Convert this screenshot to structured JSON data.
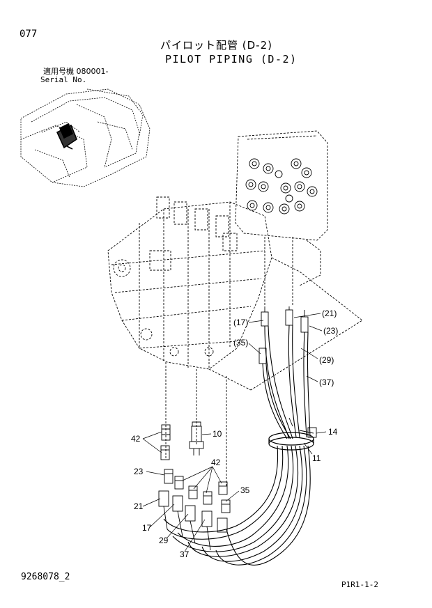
{
  "page_number": "077",
  "title_jp": "パイロット配管 (D-2)",
  "title_en": "PILOT PIPING (D-2)",
  "serial_label_jp": "適用号機  080001-",
  "serial_label_en": "Serial No.",
  "doc_number": "9268078_2",
  "page_code": "P1R1-1-2",
  "callouts": {
    "c17": "(17)",
    "c21": "(21)",
    "c23": "(23)",
    "c29": "(29)",
    "c35": "(35)",
    "c37": "(37)",
    "c14": "14",
    "c11": "11",
    "c42a": "42",
    "c10": "10",
    "c42b": "42",
    "c23b": "23",
    "c21b": "21",
    "c17b": "17",
    "c29b": "29",
    "c37b": "37",
    "c35b": "35"
  },
  "colors": {
    "ink": "#000000",
    "paper": "#ffffff"
  }
}
